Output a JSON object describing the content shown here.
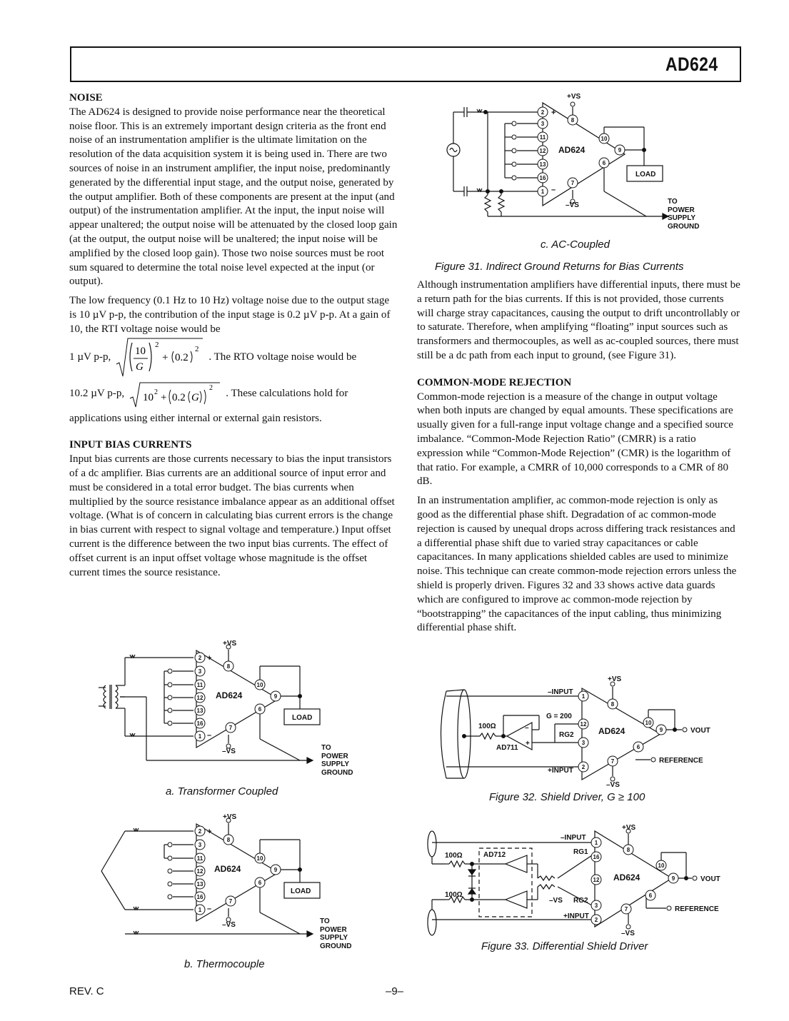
{
  "header": {
    "part_number": "AD624"
  },
  "noise": {
    "heading": "NOISE",
    "p1": "The AD624 is designed to provide noise performance near the theoretical noise floor. This is an extremely important design criteria as the front end noise of an instrumentation amplifier is the ultimate limitation on the resolution of the data acquisition system it is being used in. There are two sources of noise in an instrument amplifier, the input noise, predominantly generated by the differential input stage, and the output noise, generated by the output amplifier. Both of these components are present at the input (and output) of the instrumentation amplifier. At the input, the input noise will appear unaltered; the output noise will be attenuated by the closed loop gain (at the output, the output noise will be unaltered; the input noise will be amplified by the closed loop gain). Those two noise sources must be root sum squared to determine the total noise level expected at the input (or output).",
    "p2": "The low frequency (0.1 Hz to 10 Hz) voltage noise due to the output stage is 10 µV p-p, the contribution of the input stage is 0.2 µV p-p. At a gain of 10, the RTI voltage noise would be",
    "eq1_prefix": "1 µV p-p,",
    "eq1_suffix": ". The RTO voltage noise would be",
    "eq2_prefix": "10.2 µV p-p,",
    "eq2_suffix": ". These calculations hold for",
    "p3": "applications using either internal or external gain resistors."
  },
  "bias": {
    "heading": "INPUT BIAS CURRENTS",
    "p1": "Input bias currents are those currents necessary to bias the input transistors of a dc amplifier. Bias currents are an additional source of input error and must be considered in a total error budget. The bias currents when multiplied by the source resistance imbalance appear as an additional offset voltage. (What is of concern in calculating bias current errors is the change in bias current with respect to signal voltage and temperature.) Input offset current is the difference between the two input bias currents. The effect of offset current is an input offset voltage whose magnitude is the offset current times the source resistance."
  },
  "right": {
    "p1": "Although instrumentation amplifiers have differential inputs, there must be a return path for the bias currents. If this is not provided, those currents will charge stray capacitances, causing the output to drift uncontrollably or to saturate. Therefore, when amplifying “floating” input sources such as transformers and thermocouples, as well as ac-coupled sources, there must still be a dc path from each input to ground, (see Figure 31).",
    "cmr_heading": "COMMON-MODE REJECTION",
    "p2": "Common-mode rejection is a measure of the change in output voltage when both inputs are changed by equal amounts. These specifications are usually given for a full-range input voltage change and a specified source imbalance. “Common-Mode Rejection Ratio” (CMRR) is a ratio expression while “Common-Mode Rejection” (CMR) is the logarithm of that ratio. For example, a CMRR of 10,000 corresponds to a CMR of 80 dB.",
    "p3": "In an instrumentation amplifier, ac common-mode rejection is only as good as the differential phase shift. Degradation of ac common-mode rejection is caused by unequal drops across differing track resistances and a differential phase shift due to varied stray capacitances or cable capacitances. In many applications shielded cables are used to minimize noise. This technique can create common-mode rejection errors unless the shield is properly driven. Figures 32 and 33 shows active data guards which are configured to improve ac common-mode rejection by “bootstrapping” the capacitances of the input cabling, thus minimizing differential phase shift."
  },
  "labels": {
    "vs_plus": "+VS",
    "vs_minus": "–VS",
    "amp": "AD624",
    "load": "LOAD",
    "to": "TO",
    "power": "POWER",
    "supply": "SUPPLY",
    "ground": "GROUND",
    "pins": [
      "2",
      "3",
      "11",
      "12",
      "13",
      "16",
      "1"
    ],
    "pin8": "8",
    "pin7": "7",
    "pin10": "10",
    "pin9": "9",
    "pin6": "6",
    "neg_input": "–INPUT",
    "pos_input": "+INPUT",
    "g200": "G = 200",
    "rg2": "RG2",
    "rg1": "RG1",
    "r100": "100Ω",
    "ad711": "AD711",
    "ad712": "AD712",
    "vout": "VOUT",
    "reference": "REFERENCE"
  },
  "captions": {
    "fig_a": "a.  Transformer Coupled",
    "fig_b": "b.  Thermocouple",
    "fig_c": "c.  AC-Coupled",
    "fig31": "Figure 31.  Indirect Ground Returns for Bias Currents",
    "fig32": "Figure 32.  Shield Driver, G ≥ 100",
    "fig33": "Figure 33.  Differential Shield Driver"
  },
  "footer": {
    "rev": "REV. C",
    "page": "–9–"
  }
}
